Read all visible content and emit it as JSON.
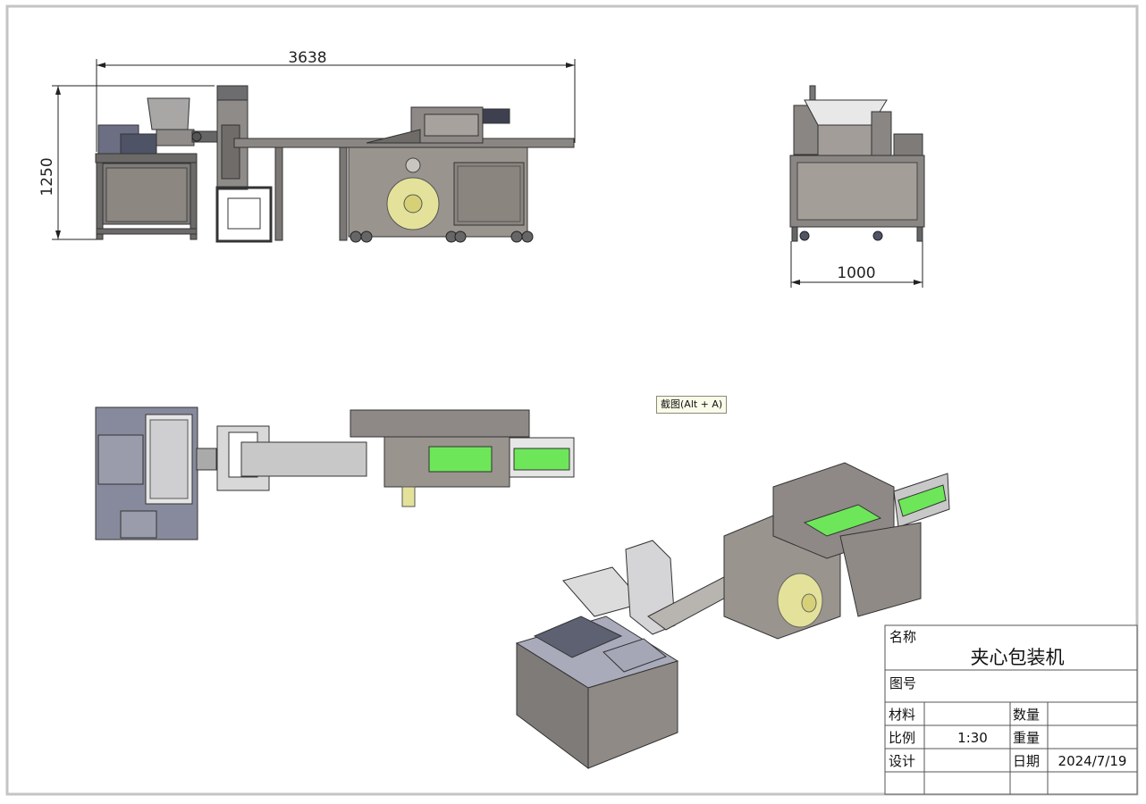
{
  "dimensions": {
    "total_length": "3638",
    "height": "1250",
    "width": "1000"
  },
  "tooltip": "截图(Alt + A)",
  "title_block": {
    "name_label": "名称",
    "name_value": "夹心包装机",
    "drawing_no_label": "图号",
    "material_label": "材料",
    "quantity_label": "数量",
    "scale_label": "比例",
    "scale_value": "1:30",
    "weight_label": "重量",
    "design_label": "设计",
    "date_label": "日期",
    "date_value": "2024/7/19"
  },
  "colors": {
    "frame_gray": "#7e7b78",
    "panel_gray": "#a49e98",
    "steel_blue": "#6a6f86",
    "film_yellow": "#e4e29a",
    "belt_green": "#6ee65a",
    "border_gray": "#bdbdbd"
  }
}
